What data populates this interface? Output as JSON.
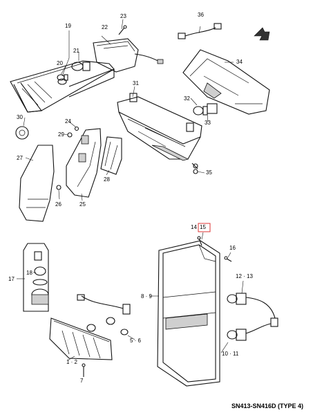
{
  "labels": {
    "p1": "1 · 2",
    "p5": "5 · 6",
    "p7": "7",
    "p8": "8 · 9",
    "p10": "10 · 11",
    "p12": "12 · 13",
    "p14": "14",
    "p15": "15",
    "p16": "16",
    "p17": "17",
    "p18": "18",
    "p19": "19",
    "p20": "20",
    "p21": "21",
    "p22": "22",
    "p23": "23",
    "p24": "24",
    "p25": "25",
    "p26": "26",
    "p27": "27",
    "p28": "28",
    "p29": "29",
    "p30": "30",
    "p31": "31",
    "p32": "32",
    "p33": "33",
    "p34": "34",
    "p35": "35",
    "p36": "36"
  },
  "footer": "SN413-SN416D (TYPE 4)",
  "highlight_part": "15"
}
